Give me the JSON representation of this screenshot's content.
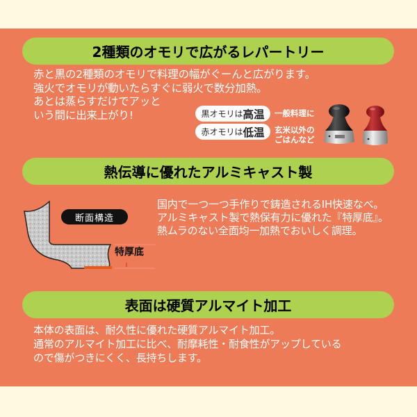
{
  "colors": {
    "background": "#fffadf",
    "band": "#ee7b57",
    "pill": "#aed14f",
    "text": "#ffffff"
  },
  "section1": {
    "title": "2種類のオモリで広がるレパートリー",
    "body": "赤と黒の2種類のオモリで料理の幅がぐーんと広がります。\n強火でオモリが動いたらすぐに弱火で数分加熱。\nあとは蒸らすだけでアッと\nいう間に出来上がり!",
    "tags": [
      {
        "prefix": "黒オモリは",
        "emphasis": "高温",
        "note": "一般料理に"
      },
      {
        "prefix": "赤オモリは",
        "emphasis": "低温",
        "note": "玄米以外の\nごはんなど"
      }
    ],
    "weights": [
      "black-weight",
      "red-weight"
    ]
  },
  "section2": {
    "title": "熱伝導に優れたアルミキャスト製",
    "diagram_label": "断面構造",
    "thick_bottom_label": "特厚底",
    "body": "国内で一つ一つ手作りで鋳造されるIH快速なべ。\nアルミキャスト製で熱保有力に優れた『特厚底』。\n熱ムラのない全面均一加熱でおいしく調理。"
  },
  "section3": {
    "title": "表面は硬質アルマイト加工",
    "body": "本体の表面は、耐久性に優れた硬質アルマイト加工。\n通常のアルマイト加工に比べ、耐摩耗性・耐食性がアップしている\nので傷がつきにくく、長持ちします。"
  }
}
